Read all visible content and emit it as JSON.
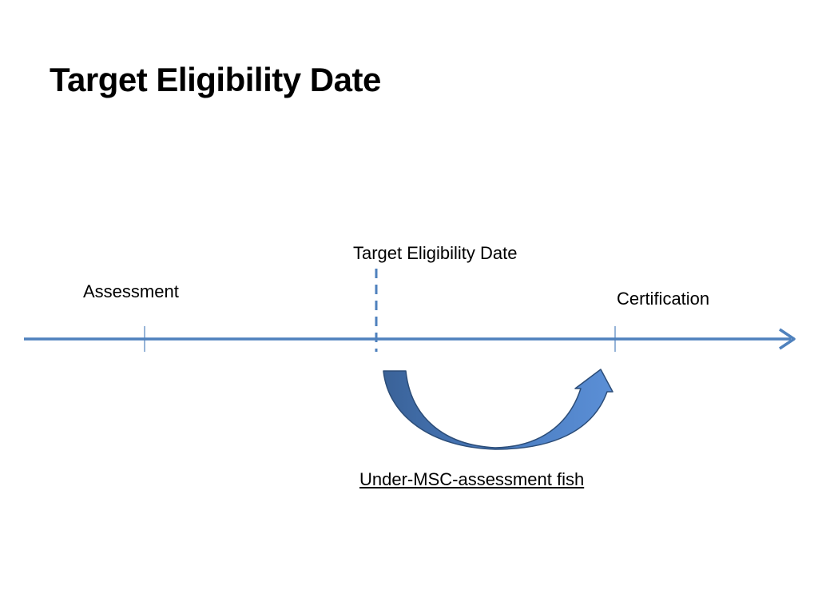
{
  "slide": {
    "title": "Target Eligibility Date"
  },
  "timeline": {
    "milestones": {
      "assessment": "Assessment",
      "target_eligibility_date": "Target Eligibility Date",
      "certification": "Certification"
    },
    "transfer_label": "Under-MSC-assessment fish"
  },
  "colors": {
    "timeline_line": "#4f81bd",
    "arrow_fill": "#3f6fac",
    "arrow_outline": "#2c4d78",
    "text": "#000000"
  }
}
